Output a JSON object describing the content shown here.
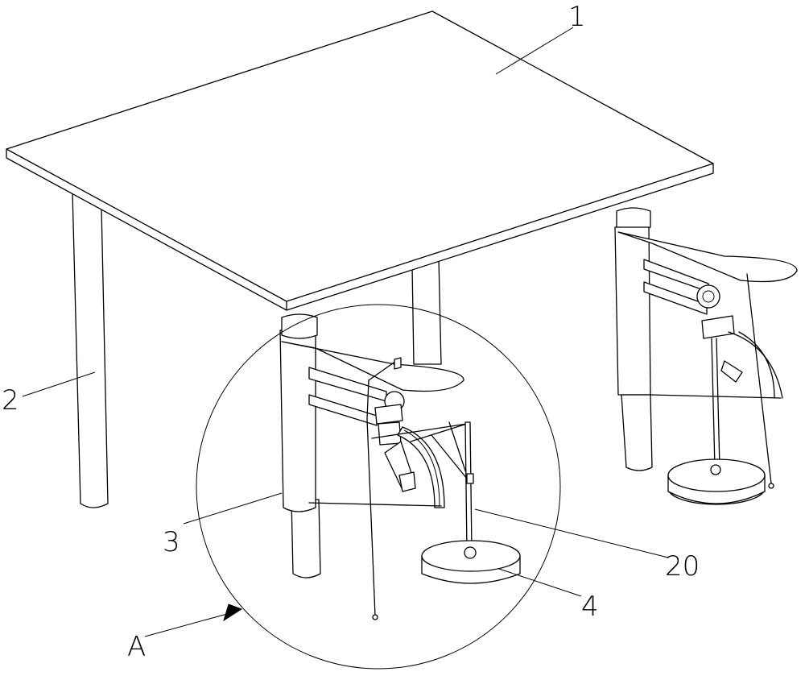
{
  "labels": {
    "tabletop": "1",
    "leg": "2",
    "sleeve": "3",
    "base": "4",
    "rod": "20",
    "view": "A"
  }
}
